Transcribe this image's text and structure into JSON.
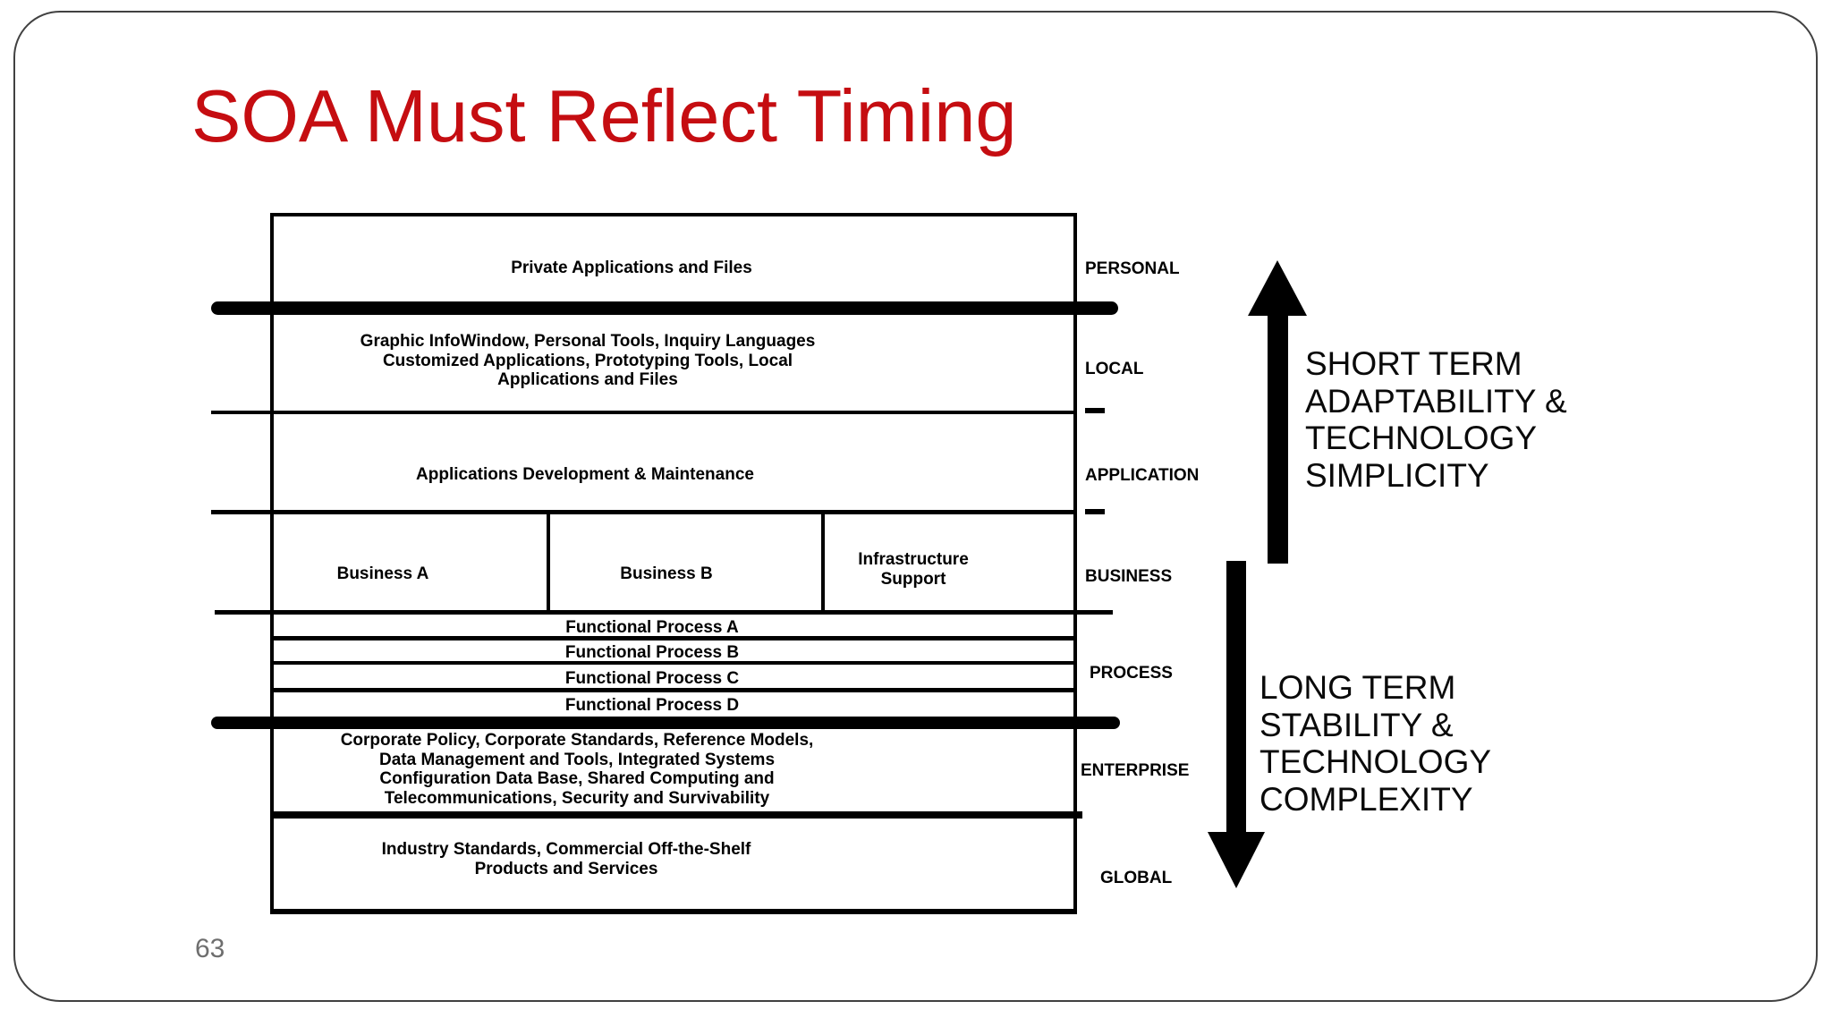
{
  "slide": {
    "title": "SOA Must Reflect Timing",
    "title_color": "#c50d11",
    "page_number": "63"
  },
  "diagram": {
    "rows": {
      "personal": "Private Applications and Files",
      "local": "Graphic InfoWindow, Personal Tools, Inquiry Languages\nCustomized Applications, Prototyping Tools, Local\nApplications and Files",
      "application": "Applications Development & Maintenance",
      "business_a": "Business A",
      "business_b": "Business B",
      "infrastructure": "Infrastructure\nSupport",
      "enterprise": "Corporate Policy, Corporate Standards, Reference Models,\nData Management and Tools, Integrated Systems\nConfiguration Data Base, Shared Computing and\nTelecommunications, Security and Survivability",
      "global": "Industry Standards, Commercial Off-the-Shelf\nProducts and Services"
    },
    "process_rows": [
      "Functional Process A",
      "Functional Process B",
      "Functional Process C",
      "Functional Process D"
    ],
    "side_labels": [
      "PERSONAL",
      "LOCAL",
      "APPLICATION",
      "BUSINESS",
      "PROCESS",
      "ENTERPRISE",
      "GLOBAL"
    ],
    "line_color": "#000000"
  },
  "arrows": {
    "up": {
      "label": "SHORT TERM\nADAPTABILITY &\nTECHNOLOGY\nSIMPLICITY"
    },
    "down": {
      "label": "LONG TERM\nSTABILITY &\nTECHNOLOGY\nCOMPLEXITY"
    }
  }
}
